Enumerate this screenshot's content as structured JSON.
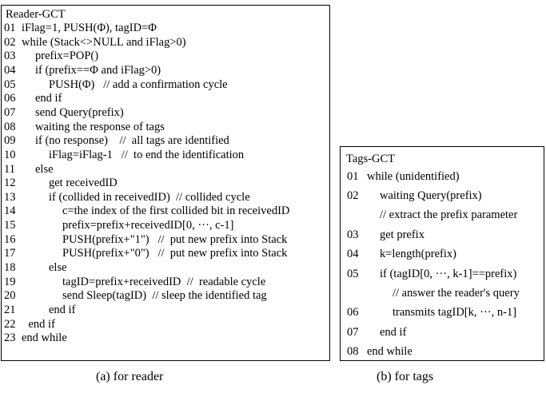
{
  "reader": {
    "title": "Reader-GCT",
    "lines": [
      {
        "num": "01",
        "text": "iFlag=1, PUSH(Φ), tagID=Φ",
        "indent": 0
      },
      {
        "num": "02",
        "text": "while (Stack<>NULL and iFlag>0)",
        "indent": 0
      },
      {
        "num": "03",
        "text": "prefix=POP()",
        "indent": 1
      },
      {
        "num": "04",
        "text": "if (prefix==Φ and iFlag>0)",
        "indent": 1
      },
      {
        "num": "05",
        "text": "PUSH(Φ)   // add a confirmation cycle",
        "indent": 2
      },
      {
        "num": "06",
        "text": "end if",
        "indent": 1
      },
      {
        "num": "07",
        "text": "send Query(prefix)",
        "indent": 1
      },
      {
        "num": "08",
        "text": "waiting the response of tags",
        "indent": 1
      },
      {
        "num": "09",
        "text": "if (no response)    //  all tags are identified",
        "indent": 1
      },
      {
        "num": "10",
        "text": "iFlag=iFlag-1   //  to end the identification",
        "indent": 2
      },
      {
        "num": "11",
        "text": "else",
        "indent": 1
      },
      {
        "num": "12",
        "text": "get receivedID",
        "indent": 2
      },
      {
        "num": "13",
        "text": "if (collided in receivedID)  // collided cycle",
        "indent": 2
      },
      {
        "num": "14",
        "text": "c=the index of the first collided bit in receivedID",
        "indent": 3
      },
      {
        "num": "15",
        "text": "prefix=prefix+receivedID[0, ···, c-1]",
        "indent": 3
      },
      {
        "num": "16",
        "text": "PUSH(prefix+\"1\")   //  put new prefix into Stack",
        "indent": 3
      },
      {
        "num": "17",
        "text": "PUSH(prefix+\"0\")   //  put new prefix into Stack",
        "indent": 3
      },
      {
        "num": "18",
        "text": "else",
        "indent": 2
      },
      {
        "num": "19",
        "text": "tagID=prefix+receivedID  //  readable cycle",
        "indent": 3
      },
      {
        "num": "20",
        "text": "send Sleep(tagID)  // sleep the identified tag",
        "indent": 3
      },
      {
        "num": "21",
        "text": "end if",
        "indent": 2
      },
      {
        "num": "22",
        "text": "end if",
        "indent": 0.5
      },
      {
        "num": "23",
        "text": "end while",
        "indent": 0
      }
    ],
    "caption": "(a) for reader"
  },
  "tags": {
    "title": "Tags-GCT",
    "lines": [
      {
        "num": "01",
        "text": "while (unidentified)",
        "indent": 0
      },
      {
        "num": "02",
        "text": "waiting Query(prefix)",
        "indent": 1
      },
      {
        "num": "",
        "text": "// extract the prefix parameter",
        "indent": 1
      },
      {
        "num": "03",
        "text": "get prefix",
        "indent": 1
      },
      {
        "num": "04",
        "text": "k=length(prefix)",
        "indent": 1
      },
      {
        "num": "05",
        "text": "if (tagID[0, ···, k-1]==prefix)",
        "indent": 1
      },
      {
        "num": "",
        "text": "// answer the reader's query",
        "indent": 2
      },
      {
        "num": "06",
        "text": "transmits tagID[k, ···, n-1]",
        "indent": 2
      },
      {
        "num": "07",
        "text": "end if",
        "indent": 1
      },
      {
        "num": "08",
        "text": "end while",
        "indent": 0
      }
    ],
    "caption": "(b) for tags"
  }
}
